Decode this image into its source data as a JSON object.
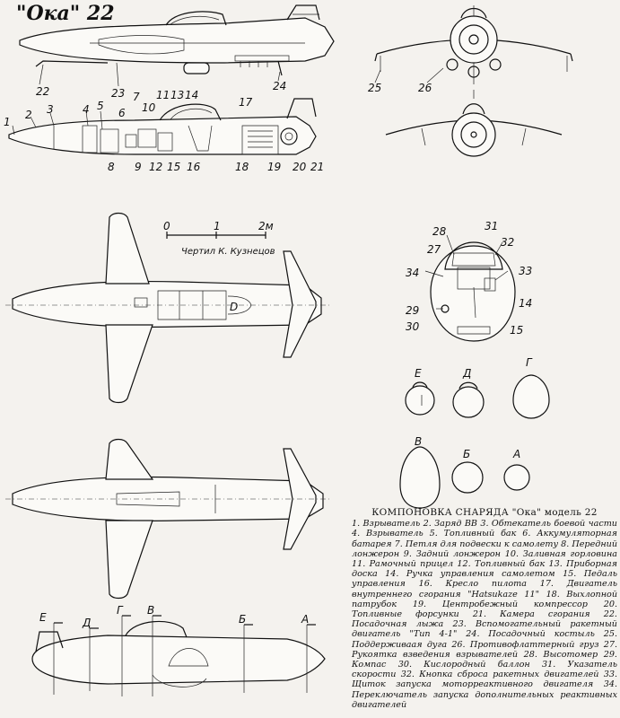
{
  "title": "\"Ока\" 22",
  "author": "Чертил К. Кузнецов",
  "scale": {
    "ticks": [
      "0",
      "1",
      "2м"
    ]
  },
  "side_view_numbers": [
    "1",
    "2",
    "3",
    "4",
    "5",
    "6",
    "7",
    "10",
    "11",
    "13",
    "14",
    "8",
    "9",
    "12",
    "15",
    "16",
    "17",
    "18",
    "19",
    "20",
    "21"
  ],
  "top_side_numbers": [
    "22",
    "23",
    "24"
  ],
  "front_view_numbers": [
    "25",
    "26"
  ],
  "cockpit_numbers": [
    "31",
    "28",
    "32",
    "27",
    "34",
    "33",
    "14",
    "29",
    "30",
    "15"
  ],
  "section_labels": [
    "Е",
    "Д",
    "Г",
    "В",
    "Б",
    "А"
  ],
  "bottom_section_marks": [
    "Е",
    "Д",
    "Г",
    "В",
    "Б",
    "А"
  ],
  "legend": {
    "heading": "КОМПОНОВКА СНАРЯДА \"Ока\" модель 22",
    "body": "1. Взрыватель 2. Заряд ВВ 3. Обтекатель боевой части 4. Взрыватель 5. Топливный бак 6. Аккумуляторная батарея 7. Петля для подвески к самолету 8. Передний лонжерон 9. Задний лонжерон 10. Заливная горловина 11. Рамочный прицел 12. Топливный бак 13. Приборная доска 14. Ручка управления самолетом 15. Педаль управления 16. Кресло пилота 17. Двигатель внутреннего сгорания \"Hatsukaze 11\" 18. Выхлопной патрубок 19. Центробежный компрессор 20. Топливные форсунки 21. Камера сгорания 22. Посадочная лыжа 23. Вспомогательный ракетный двигатель \"Тип 4-1\" 24. Посадочный костыль 25. Поддерживаая дуга 26. Противофлаттерный груз 27. Рукоятка взведения взрывателей 28. Высотомер 29. Компас 30. Кислородный баллон 31. Указатель скорости 32. Кнопка сброса ракетных двигателей 33. Щиток запуска моторреактивного двигателя 34. Переключатель запуска дополнительных реактивных двигателей"
  }
}
